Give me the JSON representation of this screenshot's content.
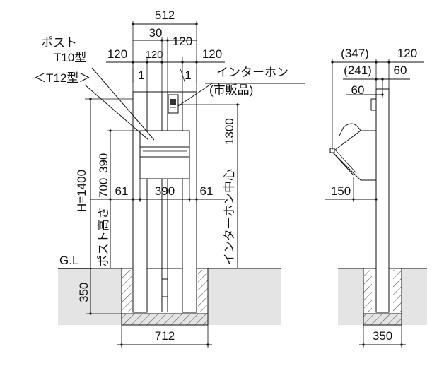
{
  "front": {
    "top_width": "512",
    "center_gap": "30",
    "center_inner": "120",
    "left_post": "120",
    "right_post": "120",
    "left_top": "120",
    "right_top": "120",
    "slope_left": "1",
    "slope_right": "1",
    "post_label_1": "ポスト",
    "post_label_2": "T10型",
    "post_label_3": "＜T12型＞",
    "intercom_label_1": "インターホン",
    "intercom_label_2": "(市販品)",
    "height_total": "H=1400",
    "post_box_height": "390",
    "post_insert_height": "700",
    "post_insert_label": "ポスト高さ",
    "intercom_center_height": "1300",
    "intercom_center_label": "インターホン中心",
    "gap_left": "61",
    "box_width": "390",
    "gap_right": "61",
    "gl_label": "G.L",
    "foundation_depth": "350",
    "foundation_width": "712"
  },
  "side": {
    "total_depth": "(347)",
    "post_width": "120",
    "inner_depth": "(241)",
    "offset_60a": "60",
    "offset_60b": "60",
    "bottom_offset": "150",
    "foundation_width": "350"
  }
}
